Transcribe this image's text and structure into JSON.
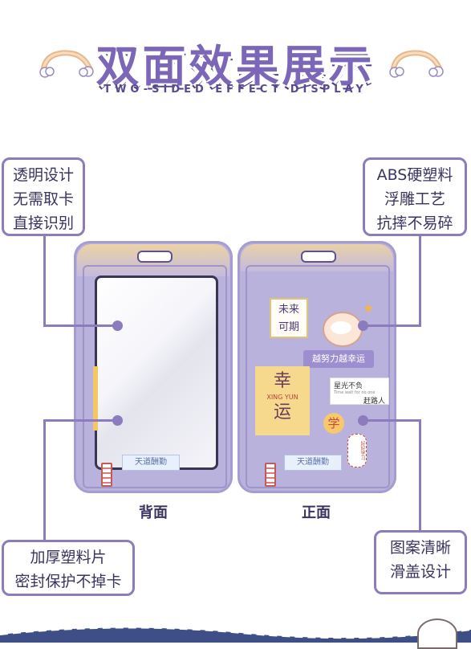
{
  "header": {
    "title": "双面效果展示",
    "subtitle": "TWO-SIDED EFFECT DISPLAY"
  },
  "features": {
    "top_left": [
      "透明设计",
      "无需取卡",
      "直接识别"
    ],
    "top_right": [
      "ABS硬塑料",
      "浮雕工艺",
      "抗摔不易碎"
    ],
    "bottom_left": [
      "加厚塑料片",
      "密封保护不掉卡"
    ],
    "bottom_right": [
      "图案清晰",
      "滑盖设计"
    ]
  },
  "captions": {
    "back": "背面",
    "front": "正面"
  },
  "stickers": {
    "note1": [
      "未来",
      "可期"
    ],
    "effort": "越努力越幸运",
    "lucky_big": [
      "幸",
      "运"
    ],
    "lucky_pinyin": "XING YUN",
    "stars": [
      "星光不负",
      "赶路人"
    ],
    "stars_small": "Time wait for no one",
    "study_char": "学",
    "study_tag": "好好学习",
    "diligent": "天道酬勤",
    "back_diligent": "天道酬勤"
  },
  "colors": {
    "accent": "#8c7bbd",
    "card": "#b9b2dd",
    "title": "#7c66b8"
  }
}
